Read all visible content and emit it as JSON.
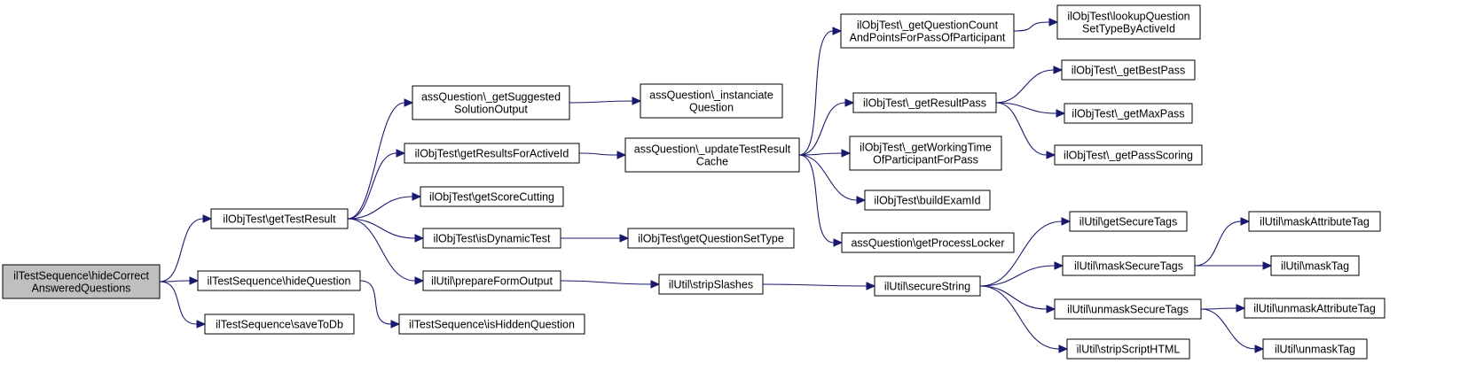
{
  "diagram": {
    "edge_color": "#191970",
    "root_fill": "#bfbfbf",
    "nodes": [
      {
        "id": "root",
        "lines": [
          "ilTestSequence\\hideCorrect",
          "AnsweredQuestions"
        ],
        "root": true
      },
      {
        "id": "getTestResult",
        "lines": [
          "ilObjTest\\getTestResult"
        ]
      },
      {
        "id": "hideQuestion",
        "lines": [
          "ilTestSequence\\hideQuestion"
        ]
      },
      {
        "id": "saveToDb",
        "lines": [
          "ilTestSequence\\saveToDb"
        ]
      },
      {
        "id": "getSuggested",
        "lines": [
          "assQuestion\\_getSuggested",
          "SolutionOutput"
        ]
      },
      {
        "id": "getResultsForActiveId",
        "lines": [
          "ilObjTest\\getResultsForActiveId"
        ]
      },
      {
        "id": "getScoreCutting",
        "lines": [
          "ilObjTest\\getScoreCutting"
        ]
      },
      {
        "id": "isDynamicTest",
        "lines": [
          "ilObjTest\\isDynamicTest"
        ]
      },
      {
        "id": "prepareFormOutput",
        "lines": [
          "ilUtil\\prepareFormOutput"
        ]
      },
      {
        "id": "isHiddenQuestion",
        "lines": [
          "ilTestSequence\\isHiddenQuestion"
        ]
      },
      {
        "id": "instanciate",
        "lines": [
          "assQuestion\\_instanciate",
          "Question"
        ]
      },
      {
        "id": "updateCache",
        "lines": [
          "assQuestion\\_updateTestResult",
          "Cache"
        ]
      },
      {
        "id": "getQuestionSetType",
        "lines": [
          "ilObjTest\\getQuestionSetType"
        ]
      },
      {
        "id": "stripSlashes",
        "lines": [
          "ilUtil\\stripSlashes"
        ]
      },
      {
        "id": "getQuestionCount",
        "lines": [
          "ilObjTest\\_getQuestionCount",
          "AndPointsForPassOfParticipant"
        ]
      },
      {
        "id": "getResultPass",
        "lines": [
          "ilObjTest\\_getResultPass"
        ]
      },
      {
        "id": "getWorkingTime",
        "lines": [
          "ilObjTest\\_getWorkingTime",
          "OfParticipantForPass"
        ]
      },
      {
        "id": "buildExamId",
        "lines": [
          "ilObjTest\\buildExamId"
        ]
      },
      {
        "id": "getProcessLocker",
        "lines": [
          "assQuestion\\getProcessLocker"
        ]
      },
      {
        "id": "secureString",
        "lines": [
          "ilUtil\\secureString"
        ]
      },
      {
        "id": "lookupQuestion",
        "lines": [
          "ilObjTest\\lookupQuestion",
          "SetTypeByActiveId"
        ]
      },
      {
        "id": "getBestPass",
        "lines": [
          "ilObjTest\\_getBestPass"
        ]
      },
      {
        "id": "getMaxPass",
        "lines": [
          "ilObjTest\\_getMaxPass"
        ]
      },
      {
        "id": "getPassScoring",
        "lines": [
          "ilObjTest\\_getPassScoring"
        ]
      },
      {
        "id": "getSecureTags",
        "lines": [
          "ilUtil\\getSecureTags"
        ]
      },
      {
        "id": "maskSecureTags",
        "lines": [
          "ilUtil\\maskSecureTags"
        ]
      },
      {
        "id": "unmaskSecureTags",
        "lines": [
          "ilUtil\\unmaskSecureTags"
        ]
      },
      {
        "id": "stripScriptHTML",
        "lines": [
          "ilUtil\\stripScriptHTML"
        ]
      },
      {
        "id": "maskAttributeTag",
        "lines": [
          "ilUtil\\maskAttributeTag"
        ]
      },
      {
        "id": "maskTag",
        "lines": [
          "ilUtil\\maskTag"
        ]
      },
      {
        "id": "unmaskAttributeTag",
        "lines": [
          "ilUtil\\unmaskAttributeTag"
        ]
      },
      {
        "id": "unmaskTag",
        "lines": [
          "ilUtil\\unmaskTag"
        ]
      }
    ],
    "edges": [
      [
        "root",
        "getTestResult"
      ],
      [
        "root",
        "hideQuestion"
      ],
      [
        "root",
        "saveToDb"
      ],
      [
        "getTestResult",
        "getSuggested"
      ],
      [
        "getTestResult",
        "getResultsForActiveId"
      ],
      [
        "getTestResult",
        "getScoreCutting"
      ],
      [
        "getTestResult",
        "isDynamicTest"
      ],
      [
        "getTestResult",
        "prepareFormOutput"
      ],
      [
        "hideQuestion",
        "isHiddenQuestion"
      ],
      [
        "getSuggested",
        "instanciate"
      ],
      [
        "getResultsForActiveId",
        "updateCache"
      ],
      [
        "isDynamicTest",
        "getQuestionSetType"
      ],
      [
        "prepareFormOutput",
        "stripSlashes"
      ],
      [
        "updateCache",
        "getQuestionCount"
      ],
      [
        "updateCache",
        "getResultPass"
      ],
      [
        "updateCache",
        "getWorkingTime"
      ],
      [
        "updateCache",
        "buildExamId"
      ],
      [
        "updateCache",
        "getProcessLocker"
      ],
      [
        "getQuestionCount",
        "lookupQuestion"
      ],
      [
        "getResultPass",
        "getBestPass"
      ],
      [
        "getResultPass",
        "getMaxPass"
      ],
      [
        "getResultPass",
        "getPassScoring"
      ],
      [
        "stripSlashes",
        "secureString"
      ],
      [
        "secureString",
        "getSecureTags"
      ],
      [
        "secureString",
        "maskSecureTags"
      ],
      [
        "secureString",
        "unmaskSecureTags"
      ],
      [
        "secureString",
        "stripScriptHTML"
      ],
      [
        "maskSecureTags",
        "maskAttributeTag"
      ],
      [
        "maskSecureTags",
        "maskTag"
      ],
      [
        "unmaskSecureTags",
        "unmaskAttributeTag"
      ],
      [
        "unmaskSecureTags",
        "unmaskTag"
      ]
    ]
  }
}
